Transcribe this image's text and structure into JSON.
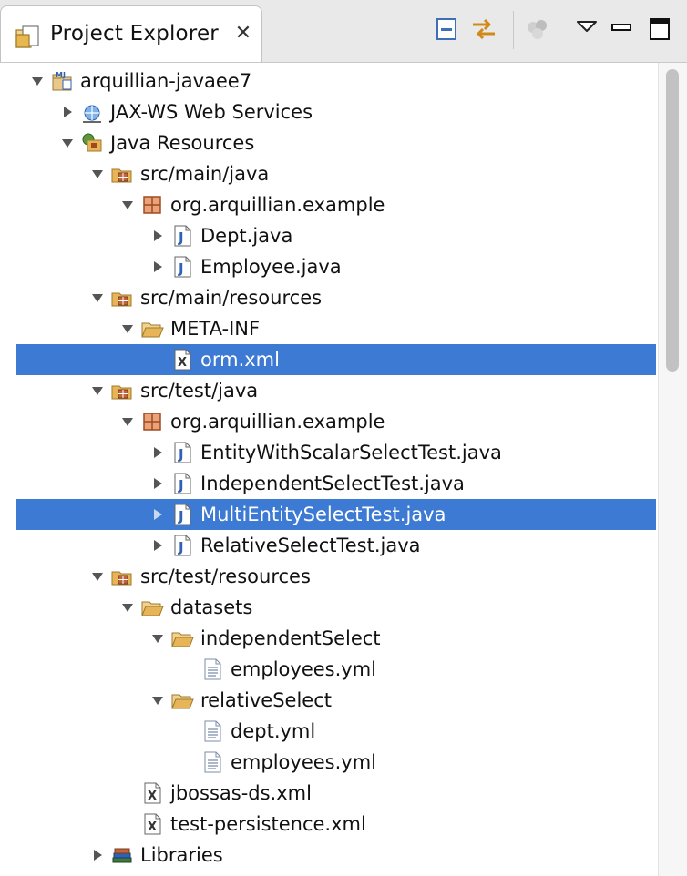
{
  "view": {
    "title": "Project Explorer",
    "close_symbol": "✕",
    "toolbar": {
      "collapse_all": "collapse-all-icon",
      "link_with_editor": "link-with-editor-icon",
      "focus": "focus-icon",
      "view_menu": "view-menu-icon",
      "minimize": "minimize-icon",
      "maximize": "maximize-icon"
    }
  },
  "colors": {
    "selection": "#3d7ad3",
    "tab_bar": "#e9e9e9",
    "package": "#a04a20",
    "folder": "#e7b558",
    "java_icon": "#2f62b3"
  },
  "tree": [
    {
      "label": "arquillian-javaee7",
      "depth": 0,
      "twisty": "expanded",
      "icon": "maven-project-icon"
    },
    {
      "label": "JAX-WS Web Services",
      "depth": 1,
      "twisty": "collapsed",
      "icon": "web-services-icon"
    },
    {
      "label": "Java Resources",
      "depth": 1,
      "twisty": "expanded",
      "icon": "java-resources-icon"
    },
    {
      "label": "src/main/java",
      "depth": 2,
      "twisty": "expanded",
      "icon": "source-folder-icon"
    },
    {
      "label": "org.arquillian.example",
      "depth": 3,
      "twisty": "expanded",
      "icon": "package-icon"
    },
    {
      "label": "Dept.java",
      "depth": 4,
      "twisty": "collapsed",
      "icon": "java-file-icon"
    },
    {
      "label": "Employee.java",
      "depth": 4,
      "twisty": "collapsed",
      "icon": "java-file-icon"
    },
    {
      "label": "src/main/resources",
      "depth": 2,
      "twisty": "expanded",
      "icon": "source-folder-icon"
    },
    {
      "label": "META-INF",
      "depth": 3,
      "twisty": "expanded",
      "icon": "folder-open-icon"
    },
    {
      "label": "orm.xml",
      "depth": 4,
      "twisty": "none",
      "icon": "xml-file-icon",
      "selected": true
    },
    {
      "label": "src/test/java",
      "depth": 2,
      "twisty": "expanded",
      "icon": "source-folder-icon"
    },
    {
      "label": "org.arquillian.example",
      "depth": 3,
      "twisty": "expanded",
      "icon": "package-icon"
    },
    {
      "label": "EntityWithScalarSelectTest.java",
      "depth": 4,
      "twisty": "collapsed",
      "icon": "java-file-icon"
    },
    {
      "label": "IndependentSelectTest.java",
      "depth": 4,
      "twisty": "collapsed",
      "icon": "java-file-icon"
    },
    {
      "label": "MultiEntitySelectTest.java",
      "depth": 4,
      "twisty": "collapsed",
      "icon": "java-file-icon",
      "selected": true
    },
    {
      "label": "RelativeSelectTest.java",
      "depth": 4,
      "twisty": "collapsed",
      "icon": "java-file-icon"
    },
    {
      "label": "src/test/resources",
      "depth": 2,
      "twisty": "expanded",
      "icon": "source-folder-icon"
    },
    {
      "label": "datasets",
      "depth": 3,
      "twisty": "expanded",
      "icon": "folder-open-icon"
    },
    {
      "label": "independentSelect",
      "depth": 4,
      "twisty": "expanded",
      "icon": "folder-open-icon"
    },
    {
      "label": "employees.yml",
      "depth": 5,
      "twisty": "none",
      "icon": "text-file-icon"
    },
    {
      "label": "relativeSelect",
      "depth": 4,
      "twisty": "expanded",
      "icon": "folder-open-icon"
    },
    {
      "label": "dept.yml",
      "depth": 5,
      "twisty": "none",
      "icon": "text-file-icon"
    },
    {
      "label": "employees.yml",
      "depth": 5,
      "twisty": "none",
      "icon": "text-file-icon"
    },
    {
      "label": "jbossas-ds.xml",
      "depth": 3,
      "twisty": "none",
      "icon": "xml-file-icon"
    },
    {
      "label": "test-persistence.xml",
      "depth": 3,
      "twisty": "none",
      "icon": "xml-file-icon"
    },
    {
      "label": "Libraries",
      "depth": 2,
      "twisty": "collapsed",
      "icon": "libraries-icon"
    }
  ]
}
